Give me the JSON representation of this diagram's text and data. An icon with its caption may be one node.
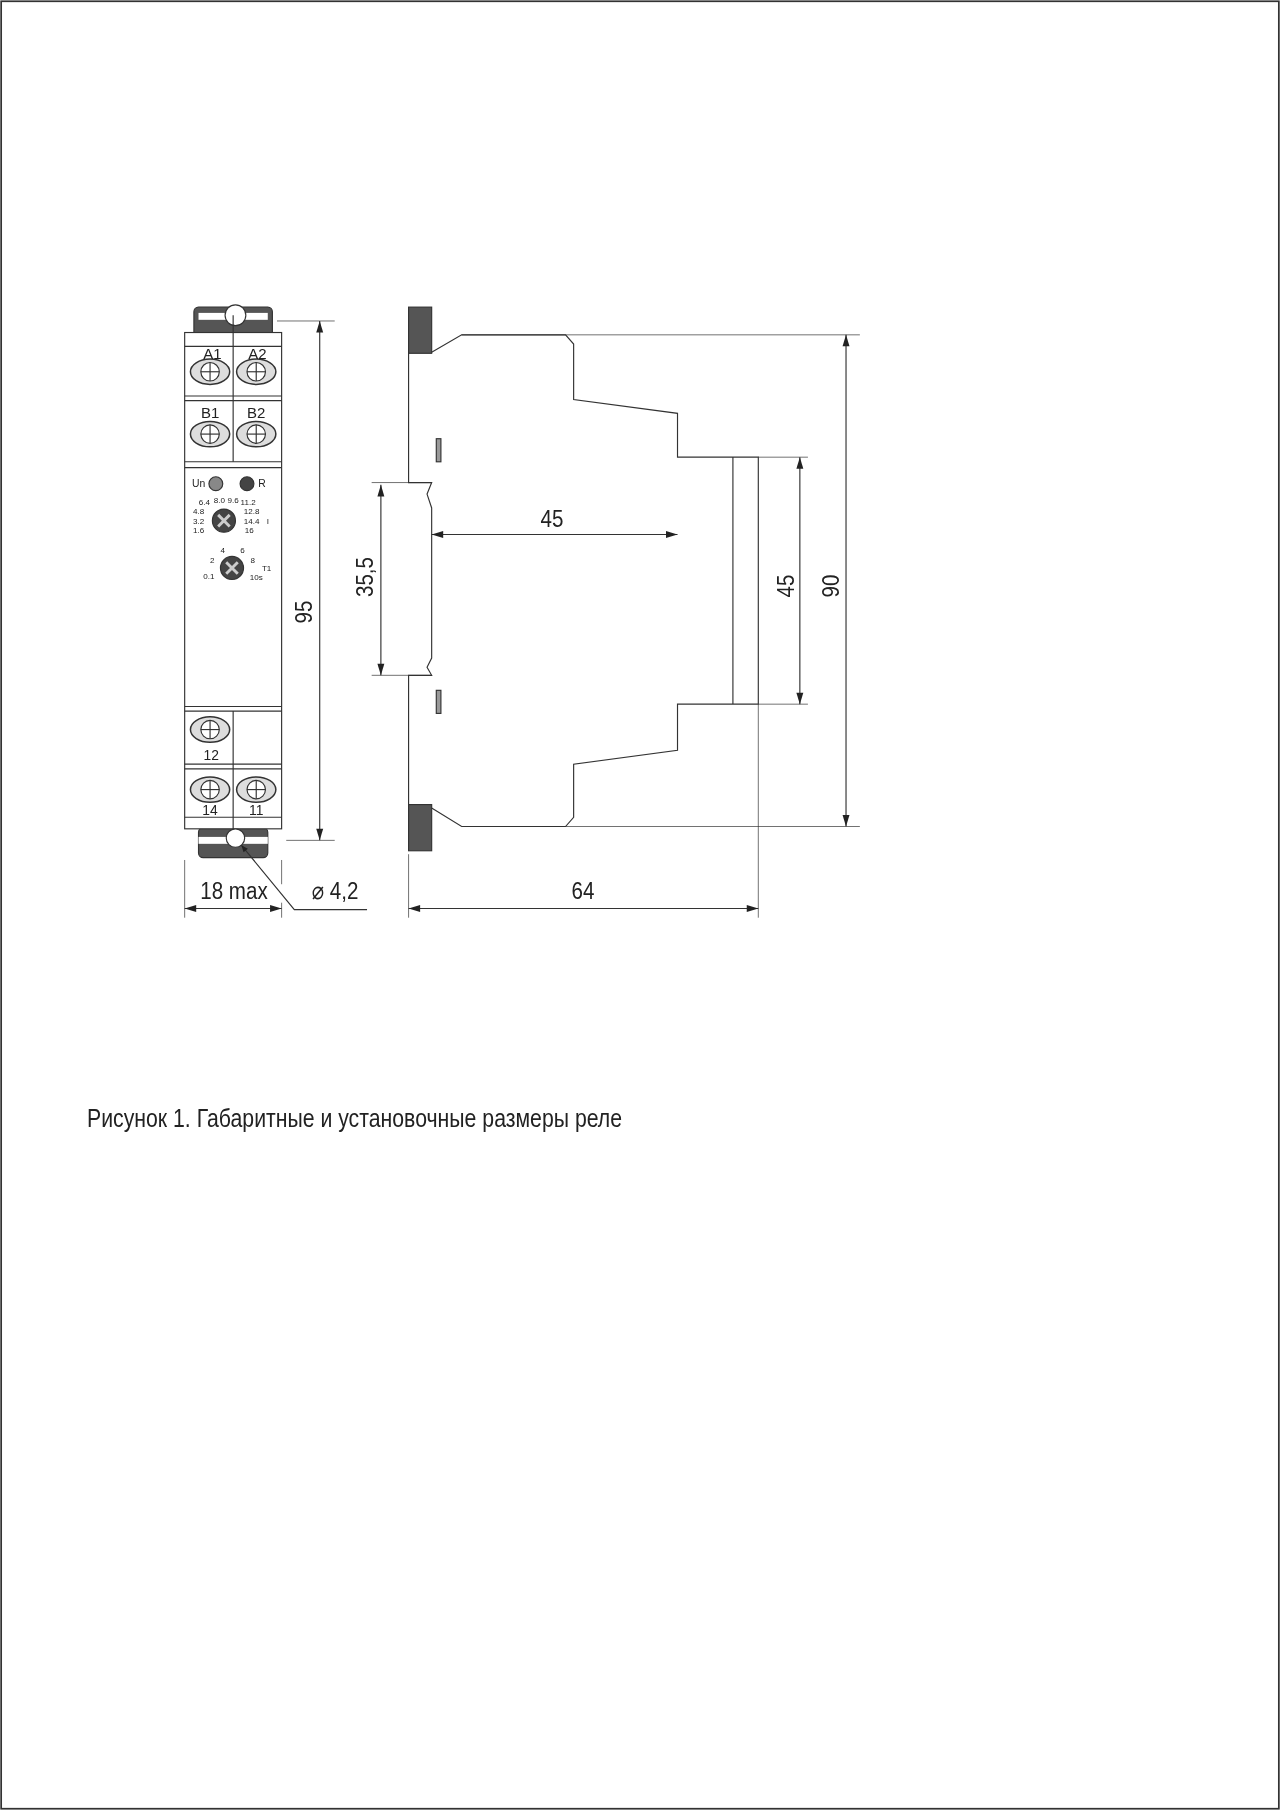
{
  "diagram": {
    "caption": "Рисунок 1. Габаритные и установочные размеры реле",
    "nodes": [
      {
        "text": [
          "⌀ 4,2"
        ]
      },
      {
        "text": [],
        "shape": "circle"
      }
    ],
    "edges": [
      {
        "from": 0,
        "to": 1,
        "arrow": "to"
      }
    ],
    "labels": [
      "A1",
      "A2",
      "B1",
      "B2",
      "Un",
      "R",
      "8.0",
      "9.6",
      "6.4",
      "11.2",
      "4.8",
      "12.8",
      "3.2",
      "14.4",
      "I",
      "1.6",
      "16",
      "4",
      "6",
      "2",
      "8",
      "T1",
      "0.1",
      "10s",
      "12",
      "14",
      "11",
      "95",
      "18 max",
      "45",
      "35,5",
      "45",
      "90",
      "64"
    ]
  }
}
